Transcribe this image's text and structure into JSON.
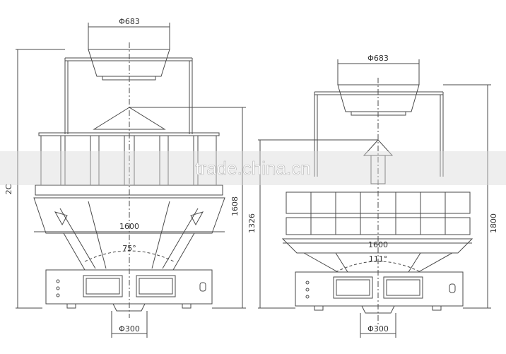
{
  "left_machine": {
    "dim_top_hopper": "Φ683",
    "dim_total_height": "2C",
    "dim_body_height": "1608",
    "dim_base_width": "1600",
    "dim_angle": "75°",
    "dim_outlet": "Φ300"
  },
  "right_machine": {
    "dim_top_hopper": "Φ683",
    "dim_total_height": "1800",
    "dim_body_height": "1326",
    "dim_base_width": "1600",
    "dim_angle": "111°",
    "dim_outlet": "Φ300"
  },
  "watermark": "trade.china.cn",
  "colors": {
    "line": "#4a4a4a",
    "watermark": "#d9d9d9"
  }
}
